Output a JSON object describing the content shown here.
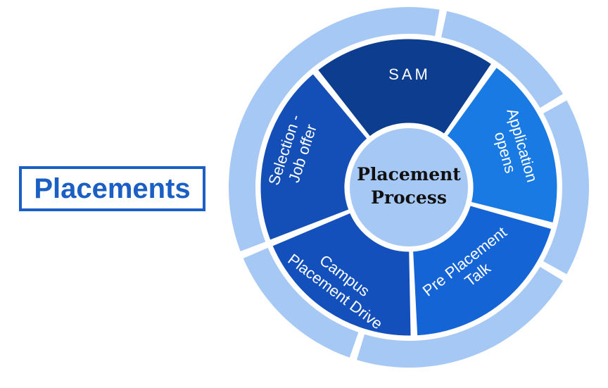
{
  "heading": "Placements",
  "center": {
    "line1": "Placement",
    "line2": "Process"
  },
  "segments": [
    {
      "id": "sam",
      "lines": [
        "SAM"
      ]
    },
    {
      "id": "application",
      "lines": [
        "Application",
        "opens"
      ]
    },
    {
      "id": "preplacement",
      "lines": [
        "Pre Placement",
        "Talk"
      ]
    },
    {
      "id": "campus",
      "lines": [
        "Campus",
        "Placement Drive"
      ]
    },
    {
      "id": "selection",
      "lines": [
        "Selection -",
        "Job offer"
      ]
    }
  ],
  "colors": {
    "outer_ring": "#a6c8f4",
    "sam": "#0c3d8f",
    "application": "#1a7ae3",
    "preplacement": "#1464d6",
    "campus": "#1450bb",
    "selection": "#134fb6",
    "center": "#a6c8f4",
    "accent": "#1c5fc4"
  }
}
